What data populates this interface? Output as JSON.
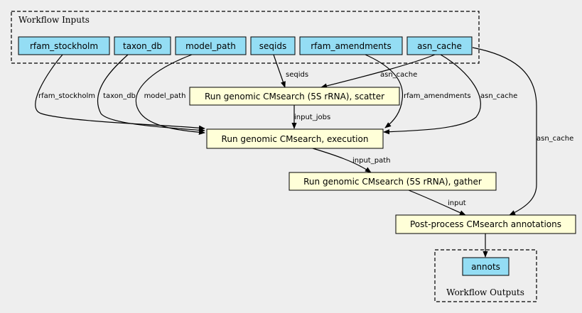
{
  "clusters": {
    "inputs": "Workflow Inputs",
    "outputs": "Workflow Outputs"
  },
  "inputs": {
    "rfam_stockholm": "rfam_stockholm",
    "taxon_db": "taxon_db",
    "model_path": "model_path",
    "seqids": "seqids",
    "rfam_amendments": "rfam_amendments",
    "asn_cache": "asn_cache"
  },
  "steps": {
    "scatter": "Run genomic CMsearch (5S rRNA), scatter",
    "execution": "Run genomic CMsearch, execution",
    "gather": "Run genomic CMsearch (5S rRNA), gather",
    "postprocess": "Post-process CMsearch annotations"
  },
  "outputs": {
    "annots": "annots"
  },
  "edge_labels": {
    "rfam_stockholm": "rfam_stockholm",
    "taxon_db": "taxon_db",
    "model_path": "model_path",
    "seqids": "seqids",
    "asn_cache_scatter": "asn_cache",
    "rfam_amendments": "rfam_amendments",
    "asn_cache_exec": "asn_cache",
    "asn_cache_post": "asn_cache",
    "input_jobs": "input_jobs",
    "input_path": "input_path",
    "input": "input"
  },
  "colors": {
    "background": "#eeeeee",
    "input_node": "#94ddf4",
    "step_node": "#ffffd8"
  }
}
